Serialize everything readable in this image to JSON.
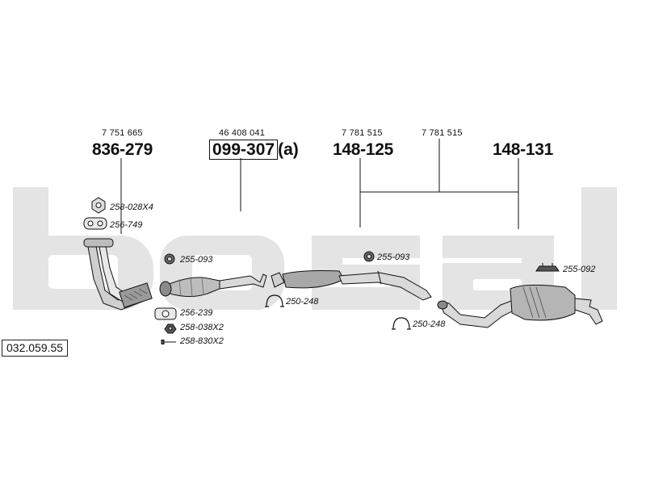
{
  "catalog_number": "032.059.55",
  "watermark": "bosal",
  "parts": [
    {
      "oe_number": "7 751 665",
      "part_number": "836-279",
      "name": "front-pipe"
    },
    {
      "oe_number": "46 408 041",
      "part_number": "099-307",
      "suffix": "(a)",
      "name": "catalytic-converter"
    },
    {
      "oe_number": "7 781 515",
      "part_number": "148-125",
      "name": "middle-silencer"
    },
    {
      "oe_number": "7 781 515",
      "part_number": "148-131",
      "name": "rear-silencer"
    }
  ],
  "accessories": [
    {
      "ref": "258-028X4"
    },
    {
      "ref": "256-749"
    },
    {
      "ref": "255-093"
    },
    {
      "ref": "256-239"
    },
    {
      "ref": "258-038X2"
    },
    {
      "ref": "258-830X2"
    },
    {
      "ref": "255-093"
    },
    {
      "ref": "250-248"
    },
    {
      "ref": "255-092"
    },
    {
      "ref": "250-248"
    }
  ],
  "colors": {
    "ink": "#111111",
    "watermark": "#e4e4e4",
    "part_fill": "#d6d6d6",
    "part_dark": "#8a8a8a"
  }
}
